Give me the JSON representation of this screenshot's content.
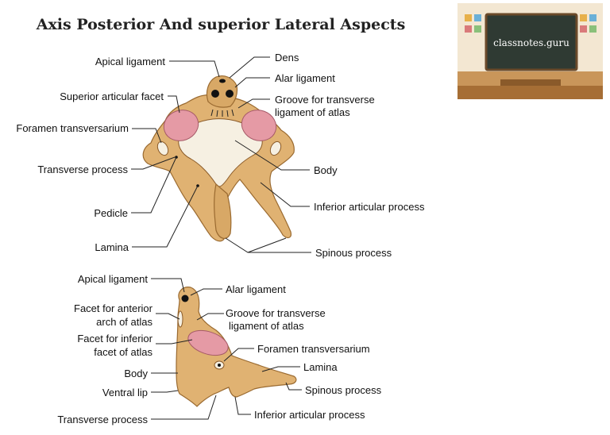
{
  "title": "Axis Posterior And superior  Lateral Aspects",
  "logo": {
    "text": "classnotes.guru",
    "icon": "classroom-chalkboard-image"
  },
  "top_figure": {
    "labels": {
      "apical_ligament": "Apical ligament",
      "dens": "Dens",
      "alar_ligament": "Alar ligament",
      "superior_articular_facet": "Superior articular facet",
      "groove_line1": "Groove for transverse",
      "groove_line2": "ligament of atlas",
      "foramen_transversarium": "Foramen transversarium",
      "transverse_process": "Transverse process",
      "body": "Body",
      "inferior_articular_process": "Inferior articular process",
      "pedicle": "Pedicle",
      "lamina": "Lamina",
      "spinous_process": "Spinous process"
    }
  },
  "bottom_figure": {
    "labels": {
      "apical_ligament": "Apical ligament",
      "alar_ligament": "Alar ligament",
      "facet_anterior_line1": "Facet for anterior",
      "facet_anterior_line2": "arch of atlas",
      "groove_line1": "Groove for transverse",
      "groove_line2": "ligament of atlas",
      "facet_inferior_line1": "Facet for inferior",
      "facet_inferior_line2": "facet of atlas",
      "foramen_transversarium": "Foramen transversarium",
      "body": "Body",
      "lamina": "Lamina",
      "ventral_lip": "Ventral lip",
      "spinous_process": "Spinous process",
      "transverse_process": "Transverse process",
      "inferior_articular_process": "Inferior articular process"
    }
  }
}
